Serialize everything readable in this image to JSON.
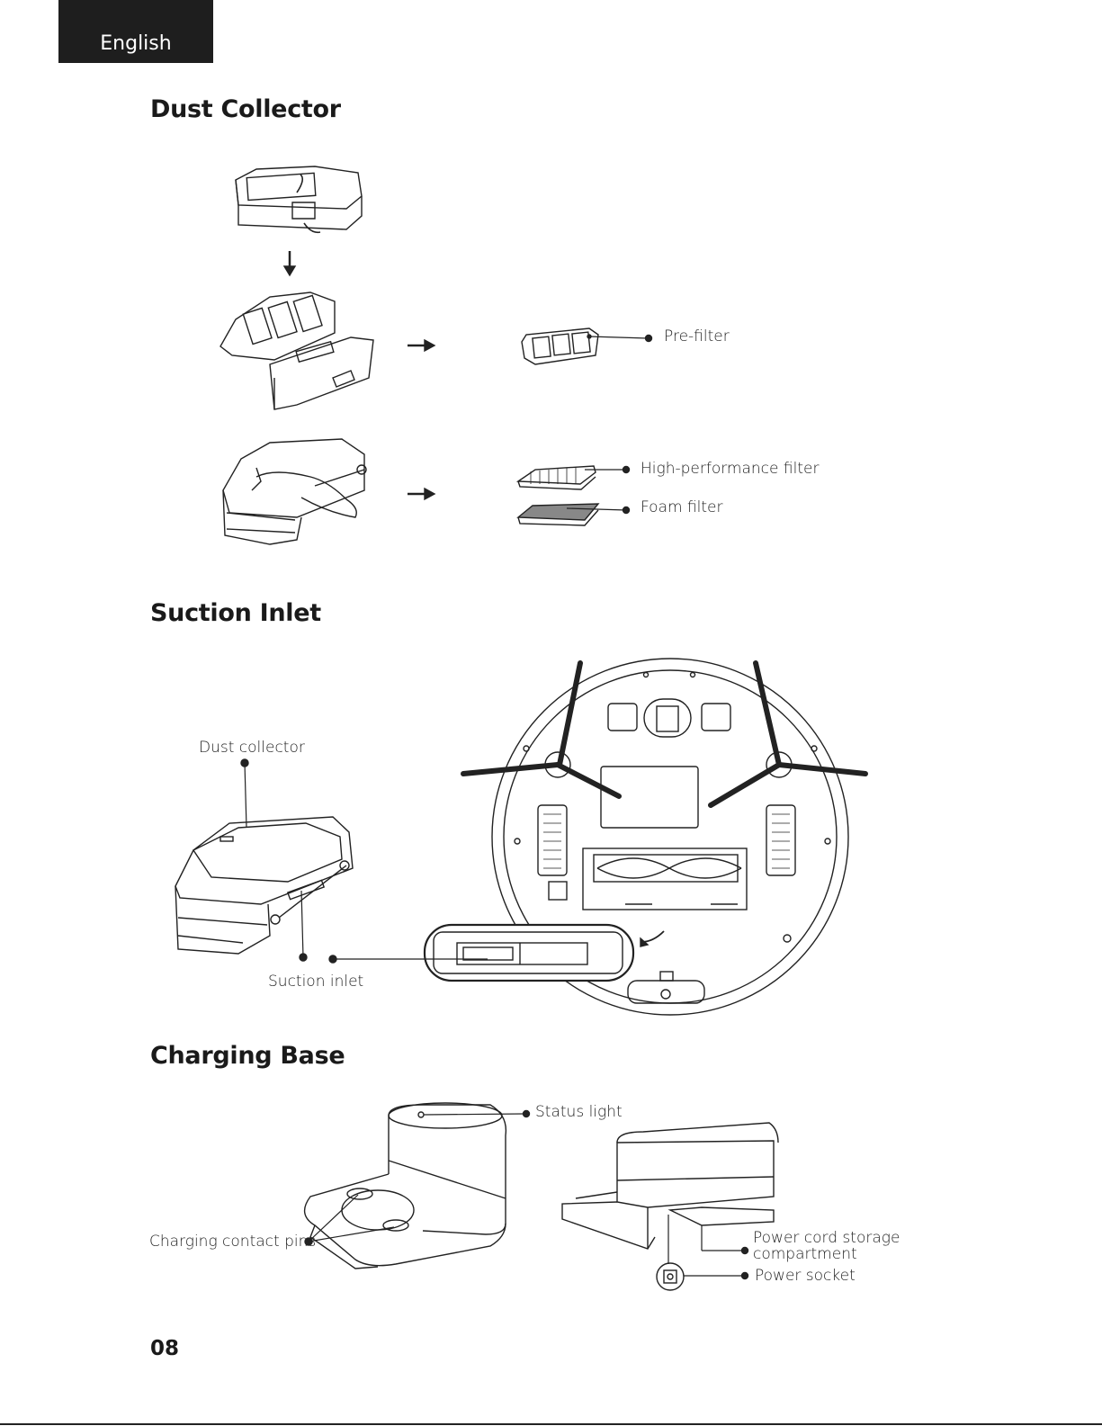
{
  "header": {
    "language_tab": "English"
  },
  "sections": {
    "dust_collector": {
      "title": "Dust Collector",
      "labels": {
        "pre_filter": "Pre-filter",
        "high_performance_filter": "High-performance filter",
        "foam_filter": "Foam filter"
      }
    },
    "suction_inlet": {
      "title": "Suction Inlet",
      "labels": {
        "dust_collector": "Dust collector",
        "suction_inlet": "Suction inlet"
      }
    },
    "charging_base": {
      "title": "Charging Base",
      "labels": {
        "status_light": "Status light",
        "charging_contact_pins": "Charging contact pins",
        "power_cord_storage_line1": "Power cord storage",
        "power_cord_storage_line2": "compartment",
        "power_socket": "Power socket"
      }
    }
  },
  "footer": {
    "page_number": "08"
  }
}
